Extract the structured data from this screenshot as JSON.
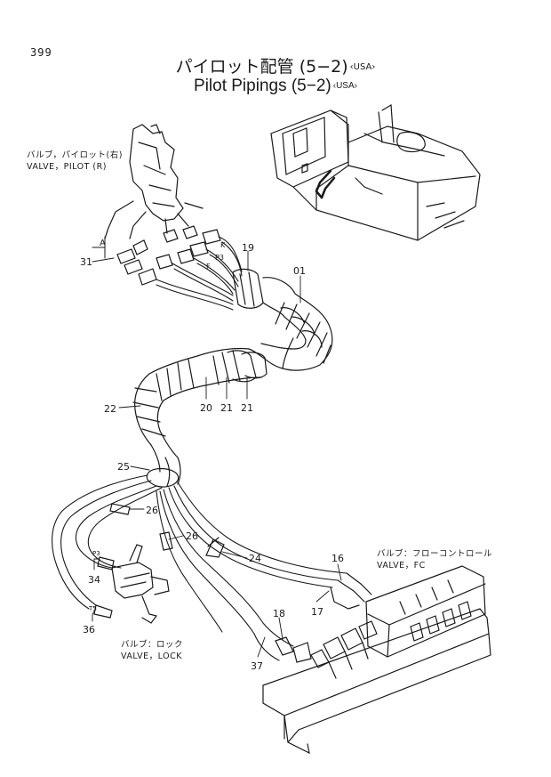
{
  "page_number": "399",
  "title": {
    "jp": "パイロット配管 (5−2)",
    "en": "Pilot Pipings (5−2)",
    "region": "USA"
  },
  "captions": {
    "valve_pilot_r_jp": "バルブ，パイロット(右)",
    "valve_pilot_r_en": "VALVE，PILOT (R)",
    "valve_fc_jp": "バルブ：フローコントロール",
    "valve_fc_en": "VALVE，FC",
    "valve_lock_jp": "バルブ：ロック",
    "valve_lock_en": "VALVE，LOCK"
  },
  "callouts": {
    "p01": "01",
    "p16": "16",
    "p17": "17",
    "p18": "18",
    "p19": "19",
    "p20": "20",
    "p21a": "21",
    "p21b": "21",
    "p22": "22",
    "p24": "24",
    "p25": "25",
    "p26a": "26",
    "p26b": "26",
    "p31": "31",
    "p34": "34",
    "p36": "36",
    "p37": "37"
  },
  "marks": {
    "a": "A",
    "k": "K",
    "p3": "P3",
    "f": "F",
    "p3b": "P3",
    "t5": "T5"
  }
}
